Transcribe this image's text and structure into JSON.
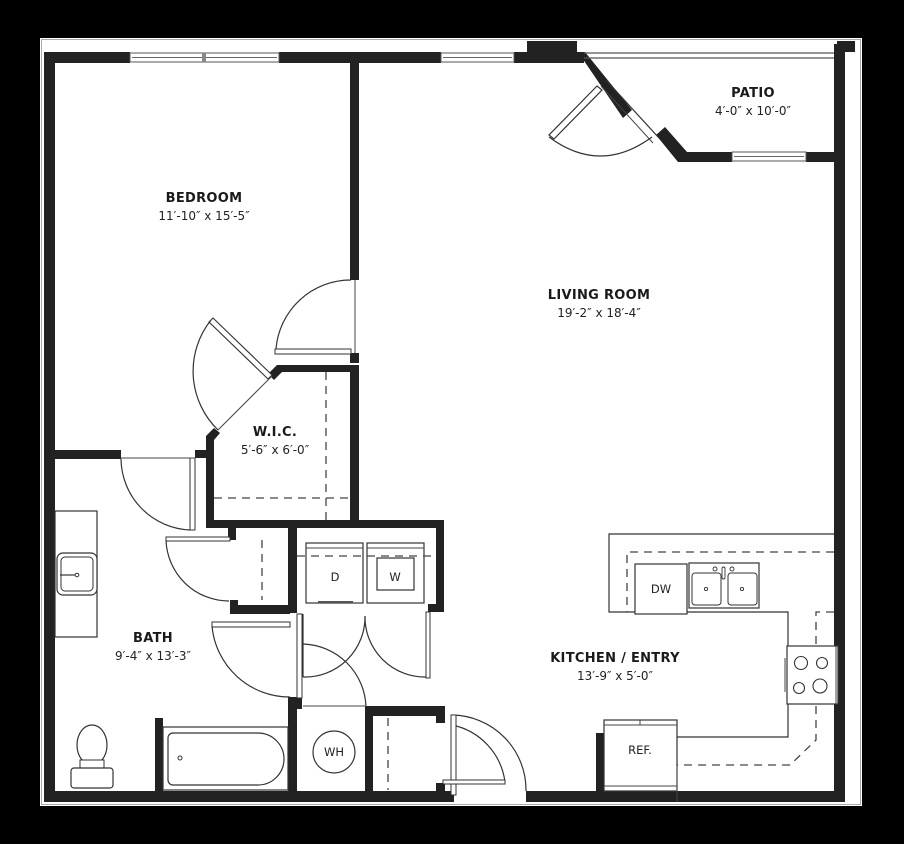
{
  "floorplan": {
    "colors": {
      "background": "#000000",
      "paper": "#ffffff",
      "wall": "#222222",
      "line": "#333333"
    },
    "rooms": {
      "bedroom": {
        "name": "BEDROOM",
        "dimensions": "11′-10″ x 15′-5″"
      },
      "living_room": {
        "name": "LIVING ROOM",
        "dimensions": "19′-2″ x 18′-4″"
      },
      "patio": {
        "name": "PATIO",
        "dimensions": "4′-0″ x 10′-0″"
      },
      "wic": {
        "name": "W.I.C.",
        "dimensions": "5′-6″ x 6′-0″"
      },
      "bath": {
        "name": "BATH",
        "dimensions": "9′-4″ x 13′-3″"
      },
      "kitchen": {
        "name": "KITCHEN / ENTRY",
        "dimensions": "13′-9″ x 5′-0″"
      }
    },
    "fixtures": {
      "dryer": "D",
      "washer": "W",
      "water_heater": "WH",
      "dishwasher": "DW",
      "refrigerator": "REF."
    }
  }
}
